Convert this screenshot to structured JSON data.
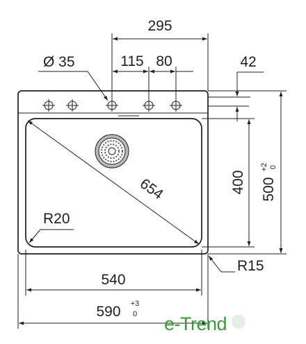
{
  "dimensions": {
    "d295": "295",
    "d35": "Ø 35",
    "d115": "115",
    "d80": "80",
    "d42": "42",
    "d654": "654",
    "d400": "400",
    "d500": "500",
    "d500_tol_upper": "+2",
    "d500_tol_lower": "0",
    "r20": "R20",
    "r15": "R15",
    "d540": "540",
    "d590": "590",
    "d590_tol_upper": "+3",
    "d590_tol_lower": "0"
  },
  "brand": {
    "logo_text": "e-Trend",
    "logo_color": "#3a9a3a"
  }
}
